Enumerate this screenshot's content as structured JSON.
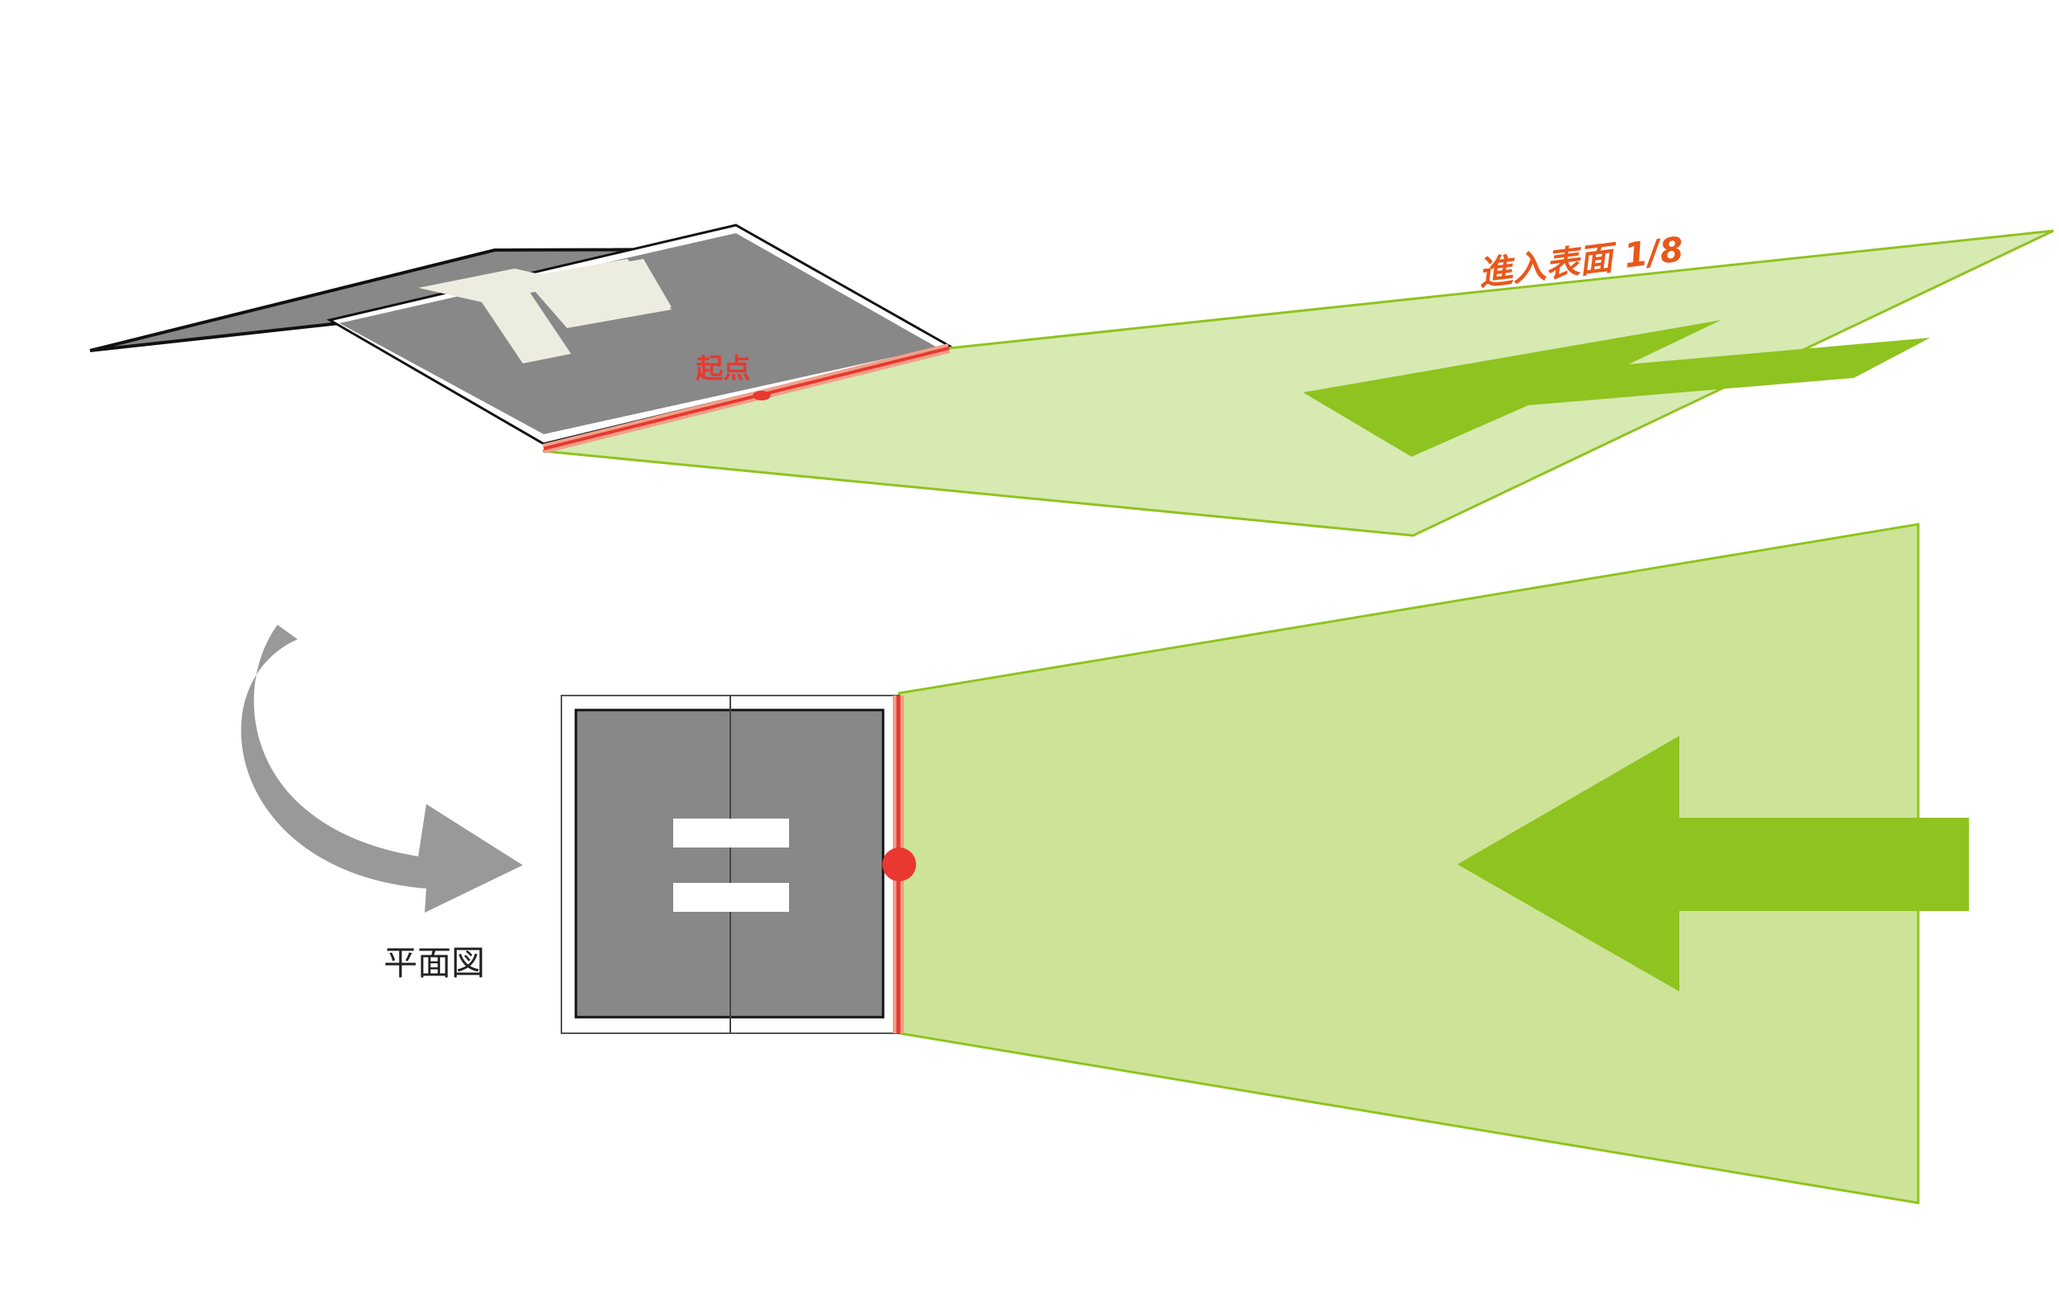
{
  "labels": {
    "approach_surface": "進入表面 1/8",
    "origin": "起点",
    "plan_view": "平面図"
  },
  "colors": {
    "approach_fill": "#d6eab2",
    "approach_fill_plan": "#cde498",
    "approach_edge": "#8fc31f",
    "arrow_green": "#8fc31f",
    "pad_gray": "#888888",
    "origin_red": "#e8382f",
    "label_orange": "#e8581c",
    "rotate_arrow_gray": "#999999",
    "helipad_mark_perspective": "#ecece0",
    "helipad_mark_plan": "#ffffff"
  }
}
